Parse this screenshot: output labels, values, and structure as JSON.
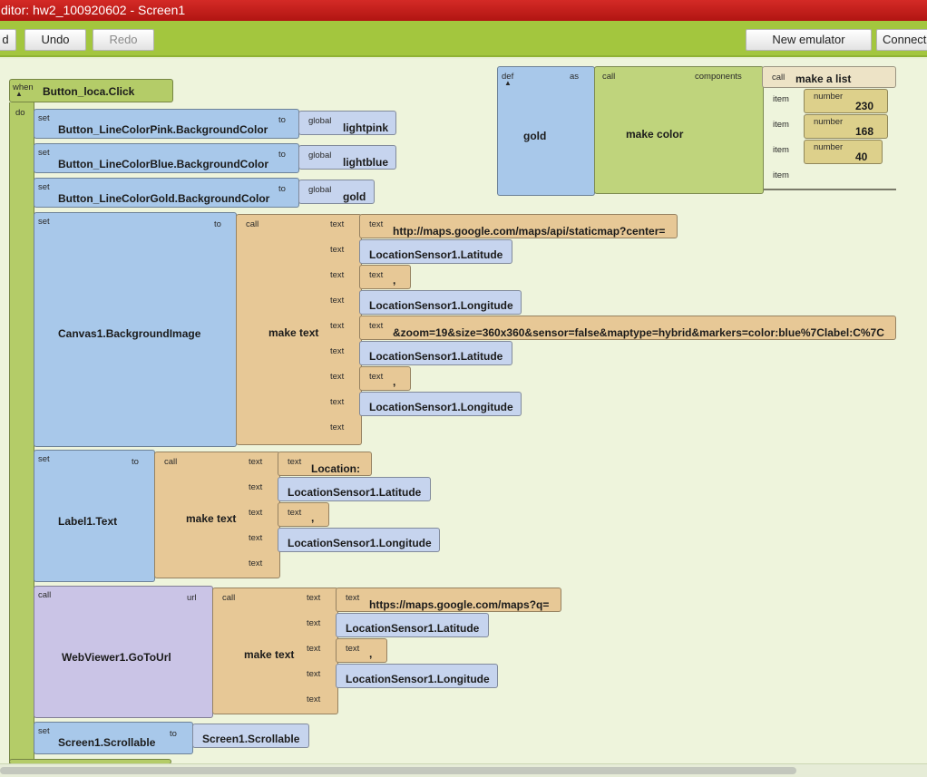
{
  "window": {
    "title": "ditor: hw2_100920602 - Screen1"
  },
  "toolbar": {
    "cut_label": "d",
    "undo_label": "Undo",
    "redo_label": "Redo",
    "new_emulator_label": "New emulator",
    "connect_label": "Connect"
  },
  "def_block": {
    "def_kw": "def",
    "as_kw": "as",
    "var_name": "gold",
    "call_kw": "call",
    "proc": "make color",
    "components_kw": "components",
    "list_call_kw": "call",
    "list_proc": "make a list",
    "item_kw": "item",
    "number_kw": "number",
    "values": [
      "230",
      "168",
      "40"
    ]
  },
  "event": {
    "when_kw": "when",
    "name": "Button_loca.Click",
    "do_kw": "do",
    "set_kw": "set",
    "to_kw": "to",
    "call_kw": "call",
    "global_kw": "global",
    "text_kw": "text",
    "url_kw": "url",
    "make_text": "make text",
    "set1": {
      "target": "Button_LineColorPink.BackgroundColor",
      "value": "lightpink"
    },
    "set2": {
      "target": "Button_LineColorBlue.BackgroundColor",
      "value": "lightblue"
    },
    "set3": {
      "target": "Button_LineColorGold.BackgroundColor",
      "value": "gold"
    },
    "canvas": {
      "target": "Canvas1.BackgroundImage",
      "url1": "http://maps.google.com/maps/api/staticmap?center=",
      "lat": "LocationSensor1.Latitude",
      "comma": ",",
      "lng": "LocationSensor1.Longitude",
      "params": "&zoom=19&size=360x360&sensor=false&maptype=hybrid&markers=color:blue%7Clabel:C%7C"
    },
    "label": {
      "target": "Label1.Text",
      "prefix": "Location:",
      "lat": "LocationSensor1.Latitude",
      "comma": ",",
      "lng": "LocationSensor1.Longitude"
    },
    "webviewer": {
      "target": "WebViewer1.GoToUrl",
      "url": "https://maps.google.com/maps?q=",
      "lat": "LocationSensor1.Latitude",
      "comma": ",",
      "lng": "LocationSensor1.Longitude"
    },
    "screen": {
      "target": "Screen1.Scrollable",
      "value": "Screen1.Scrollable"
    }
  }
}
